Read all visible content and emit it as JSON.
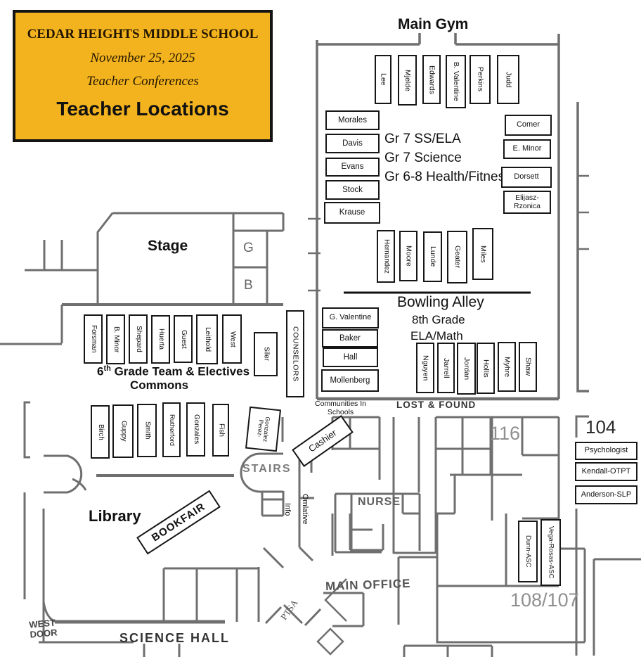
{
  "header": {
    "school": "CEDAR HEIGHTS MIDDLE SCHOOL",
    "date": "November 25, 2025",
    "event": "Teacher Conferences",
    "title": "Teacher Locations"
  },
  "gym": {
    "title": "Main Gym",
    "top_row": [
      "Lee",
      "Mjelde",
      "Edwards",
      "B. Valentine",
      "Perkins",
      "Judd"
    ],
    "left_col": [
      "Morales",
      "Davis",
      "Evans",
      "Stock",
      "Krause"
    ],
    "right_col": [
      "Comer",
      "E. Minor",
      "Dorsett",
      "Elijasz-Rzonica"
    ],
    "programs": [
      "Gr 7 SS/ELA",
      "Gr 7 Science",
      "Gr 6-8 Health/Fitness"
    ],
    "mid_row": [
      "Hernandez",
      "Moore",
      "Lunde",
      "Geater",
      "Miles"
    ],
    "bowling_title": "Bowling Alley",
    "bowling_sub1": "8th Grade",
    "bowling_sub2": "ELA/Math",
    "bowling_col": [
      "G. Valentine",
      "Baker",
      "Hall",
      "Mollenberg"
    ],
    "eighth_row": [
      "Nguyen",
      "Jarrell",
      "Jordan",
      "Hollis",
      "Myhre",
      "Shaw"
    ]
  },
  "stage": {
    "label": "Stage",
    "room_g": "G",
    "room_b": "B"
  },
  "commons": {
    "row": [
      "Forsman",
      "B. Minor",
      "Shepard",
      "Huerta",
      "Guest",
      "Leithold",
      "West"
    ],
    "siler": "Siler",
    "counselors": "COUNSELORS",
    "title_num": "6",
    "title_sup": "th",
    "title_rest": " Grade Team & Electives",
    "subtitle": "Commons"
  },
  "hall6": {
    "row": [
      "Birch",
      "Guppy",
      "Smith",
      "Rutherford",
      "Gonzales",
      "Fish"
    ],
    "perez_line1": "Perez-",
    "perez_line2": "Gonzalez",
    "stairs": "STAIRS"
  },
  "library": {
    "label": "Library",
    "bookfair": "BOOKFAIR"
  },
  "office_area": {
    "cashier": "Cashier",
    "info": "Info",
    "omalave": "Omlative",
    "nurse": "NURSE",
    "main_office": "MAIN OFFICE",
    "ptsa": "PTSA",
    "communities_1": "Communities In",
    "communities_2": "Schools",
    "lost_found": "LOST & FOUND",
    "dunn": "Dunn-ASC",
    "vega": "Vega-Rosas-ASC"
  },
  "rooms": {
    "r104": "104",
    "r116": "116",
    "r108": "108/107"
  },
  "support": [
    "Psychologist",
    "Kendall-OTPT",
    "Anderson-SLP"
  ],
  "bottom": {
    "west_1": "WEST",
    "west_2": "DOOR",
    "science_hall": "SCIENCE HALL"
  }
}
